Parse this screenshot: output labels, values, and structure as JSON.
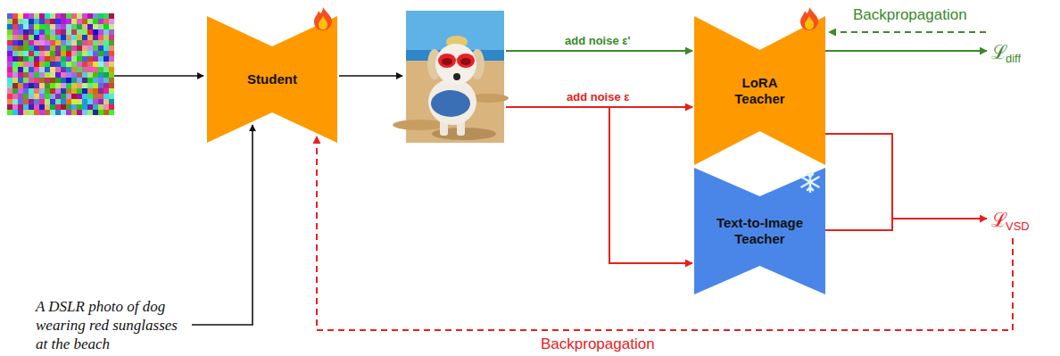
{
  "diagram": {
    "nodes": [
      {
        "text": [
          "Student"
        ]
      },
      {
        "text": [
          "LoRA Teacher"
        ]
      },
      {
        "text": [
          "Text-to-Image Teacher"
        ]
      }
    ],
    "labels": [
      "add noise ε'",
      "Backpropagation",
      "ℒ",
      "diff",
      "add noise ε",
      "ℒ",
      "VSD",
      "A DSLR photo of dog wearing red sunglasses at the beach",
      "Backpropagation"
    ]
  }
}
